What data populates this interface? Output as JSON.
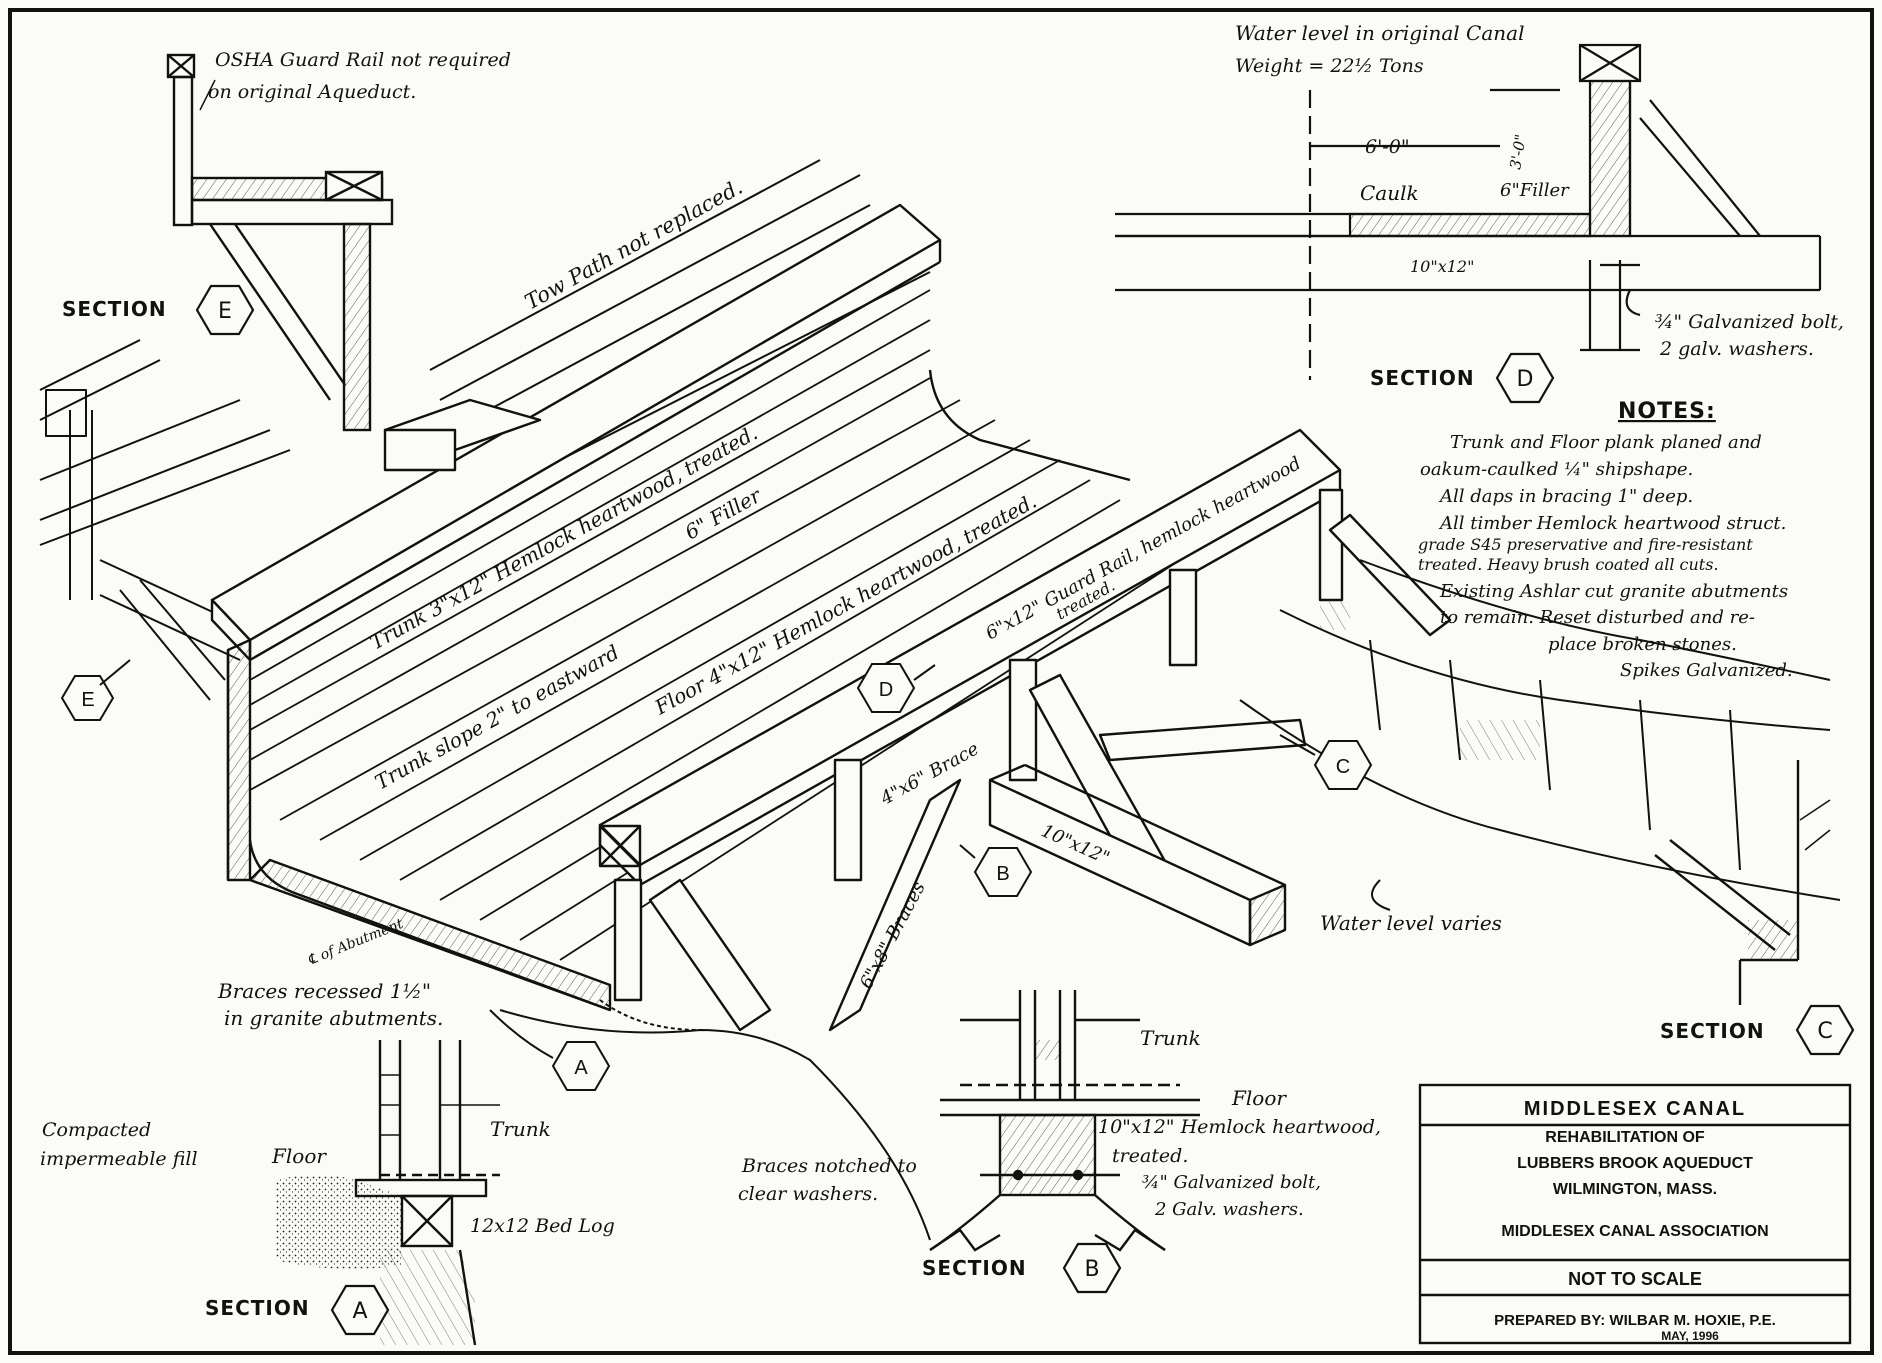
{
  "drawing": {
    "osha_note_line1": "OSHA Guard Rail not required",
    "osha_note_line2": "on original Aqueduct.",
    "tow_path": "Tow Path not replaced.",
    "trunk_label": "Trunk  3\"x12\" Hemlock heartwood, treated.",
    "filler_label": "6\" Filler",
    "trunk_slope": "Trunk slope 2\" to eastward",
    "floor_label": "Floor 4\"x12\" Hemlock heartwood, treated.",
    "guard_rail_label": "6\"x12\" Guard Rail, hemlock heartwood",
    "guard_rail_treated": "treated.",
    "brace_4x6": "4\"x6\" Brace",
    "braces_6x8": "6\"x8\" Braces",
    "beam_10x12": "10\"x12\"",
    "cl_abutment": "℄ of Abutment",
    "water_level_varies": "Water level varies",
    "braces_recessed_line1": "Braces recessed 1½\"",
    "braces_recessed_line2": "in granite abutments.",
    "water_level_line1": "Water level in original Canal",
    "water_level_line2": "Weight = 22½ Tons",
    "dim_6ft": "6'-0\"",
    "dim_3ft": "3'-0\"",
    "caulk": "Caulk",
    "filler_6in": "6\"Filler",
    "beam_10x12_d": "10\"x12\"",
    "bolt_d_line1": "¾\" Galvanized bolt,",
    "bolt_d_line2": "2 galv. washers.",
    "compacted_line1": "Compacted",
    "compacted_line2": "impermeable fill",
    "floor_a": "Floor",
    "trunk_a": "Trunk",
    "bed_log": "12x12 Bed Log",
    "trunk_b": "Trunk",
    "floor_b": "Floor",
    "hemlock_b_line1": "10\"x12\" Hemlock heartwood,",
    "hemlock_b_line2": "treated.",
    "bolt_b_line1": "¾\" Galvanized bolt,",
    "bolt_b_line2": "2 Galv. washers.",
    "notched_line1": "Braces notched to",
    "notched_line2": "clear washers."
  },
  "sections": {
    "section_word": "SECTION",
    "e": "E",
    "d": "D",
    "c": "C",
    "b": "B",
    "a": "A"
  },
  "notes": {
    "title": "NOTES:",
    "lines": [
      "Trunk and Floor plank planed and",
      "oakum-caulked ¼\" shipshape.",
      "All daps in bracing 1\" deep.",
      "All timber Hemlock heartwood struct.",
      "grade S45 preservative and fire-resistant",
      "treated. Heavy brush coated all cuts.",
      "Existing Ashlar cut granite abutments",
      "to remain. Reset disturbed and re-",
      "place broken stones.",
      "Spikes Galvanized."
    ]
  },
  "title_block": {
    "org": "MIDDLESEX  CANAL",
    "rehab": "REHABILITATION  OF",
    "project": "LUBBERS  BROOK  AQUEDUCT",
    "location": "WILMINGTON,  MASS.",
    "association": "MIDDLESEX  CANAL  ASSOCIATION",
    "scale": "NOT TO SCALE",
    "prepared": "PREPARED BY: WILBAR M. HOXIE, P.E.",
    "date": "MAY, 1996"
  }
}
